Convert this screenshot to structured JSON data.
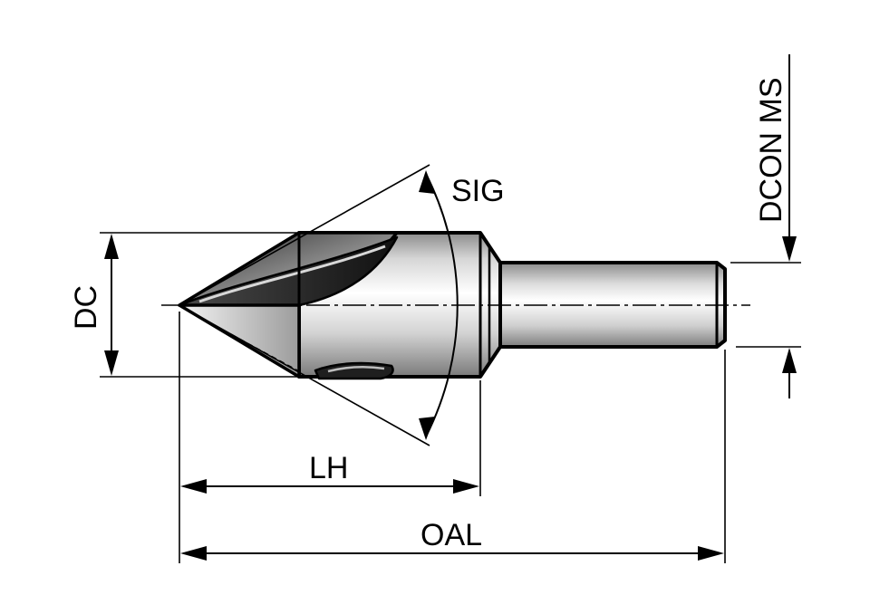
{
  "labels": {
    "sig": "SIG",
    "dc": "DC",
    "lh": "LH",
    "oal": "OAL",
    "dcon_ms": "DCON MS"
  },
  "colors": {
    "ink": "#000000",
    "body_light": "#f2f2f2",
    "body_mid": "#b9b9b9",
    "body_dark": "#3c3c3c",
    "flute_dark": "#1e1e1e"
  }
}
